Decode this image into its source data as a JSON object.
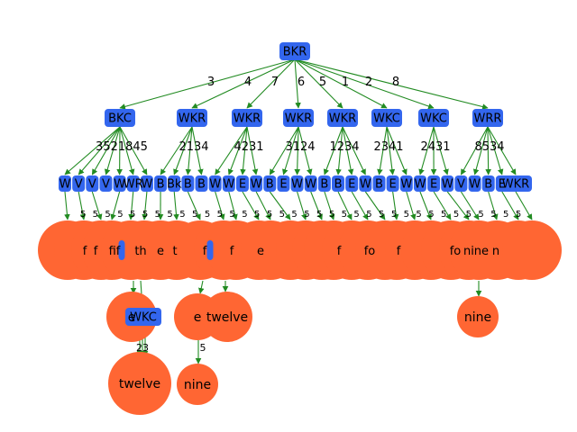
{
  "tree": {
    "root": {
      "label": "BKR"
    },
    "level1": [
      {
        "label": "BKC",
        "edge": "3",
        "child_labels": "3521845"
      },
      {
        "label": "WKR",
        "edge": "4",
        "child_labels": "2134"
      },
      {
        "label": "WKR",
        "edge": "7",
        "child_labels": "4231"
      },
      {
        "label": "WKR",
        "edge": "6",
        "child_labels": "3124"
      },
      {
        "label": "WKR",
        "edge": "5",
        "child_labels": "1234"
      },
      {
        "label": "WKC",
        "edge": "1",
        "child_labels": "2341"
      },
      {
        "label": "WKC",
        "edge": "2",
        "child_labels": "2431"
      },
      {
        "label": "WRR",
        "edge": "8",
        "child_labels": "8534"
      }
    ],
    "level2_fragments": [
      "W",
      "V",
      "V",
      "V",
      "W",
      "WR",
      "W",
      "B",
      "Bk",
      "B",
      "B",
      "W",
      "W",
      "E",
      "W",
      "B",
      "E",
      "W",
      "W",
      "B",
      "B",
      "E",
      "W",
      "B",
      "E",
      "W",
      "W",
      "E",
      "W",
      "V",
      "W",
      "B",
      "E",
      "WKR"
    ],
    "level3_leaves": [
      "f",
      "f",
      "fif",
      "th",
      "e",
      "t",
      "f",
      "f",
      "e",
      "f",
      "fo",
      "f",
      "fo",
      "nine",
      "n"
    ],
    "level4": [
      {
        "label": "e",
        "kind": "leaf"
      },
      {
        "label": "WKC",
        "kind": "internal"
      },
      {
        "label": "e",
        "kind": "leaf"
      },
      {
        "label": "twelve",
        "kind": "leaf"
      },
      {
        "label": "nine",
        "kind": "leaf"
      }
    ],
    "level5": [
      {
        "label": "twelve",
        "kind": "leaf"
      },
      {
        "label": "nine",
        "kind": "leaf"
      }
    ],
    "colors": {
      "internal_node": "#3366ee",
      "leaf_node": "#ff6633",
      "edge": "#228b22",
      "text": "#000000"
    }
  }
}
